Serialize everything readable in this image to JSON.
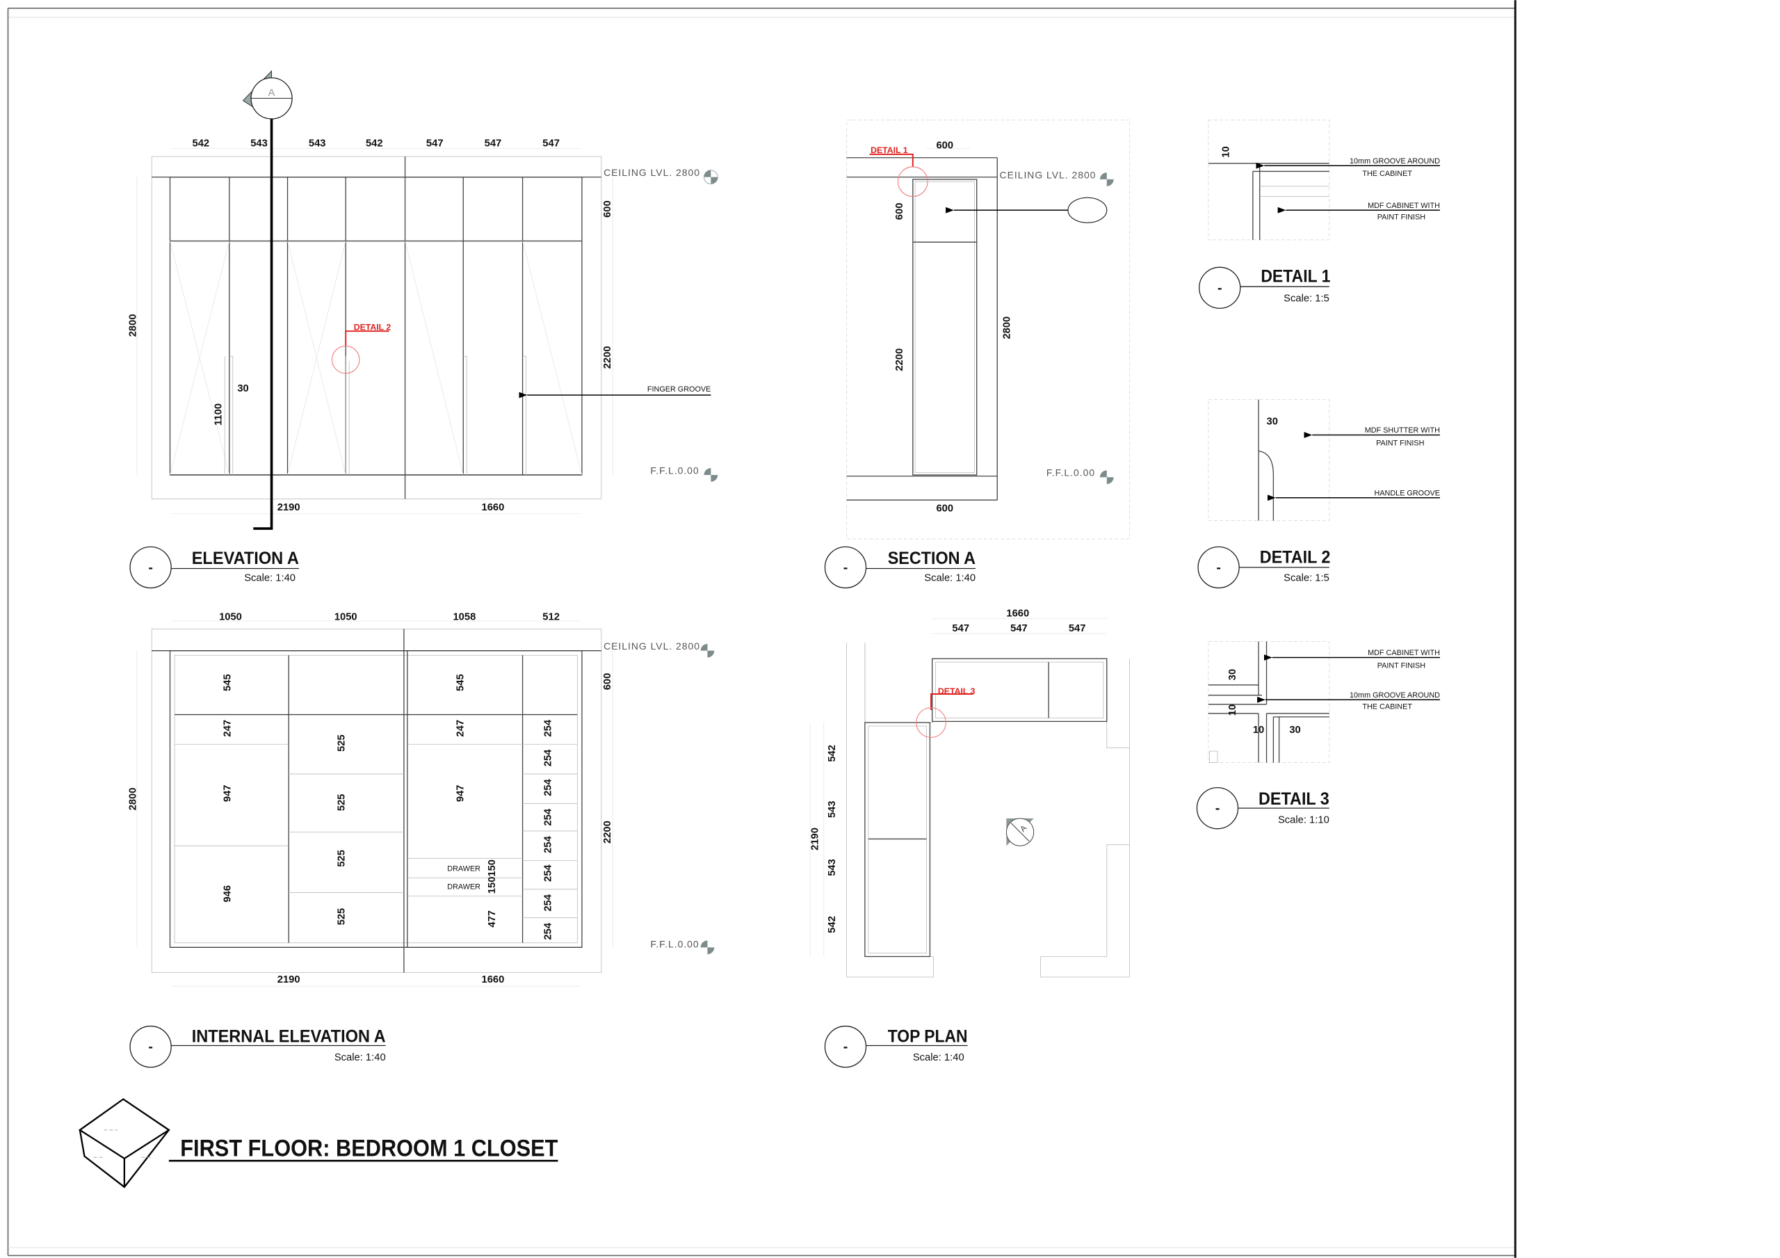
{
  "sheet": {
    "title": "FIRST FLOOR: BEDROOM 1 CLOSET"
  },
  "common": {
    "view_number": "-",
    "ceiling_level": "CEILING LVL. 2800",
    "ffl": "F.F.L.0.00"
  },
  "elevation_a": {
    "title": "ELEVATION A",
    "scale": "Scale: 1:40",
    "section_marker": "A",
    "top_dims": [
      "542",
      "543",
      "543",
      "542",
      "547",
      "547",
      "547"
    ],
    "bottom_dims": [
      "2190",
      "1660"
    ],
    "height": "2800",
    "upper": "600",
    "lower": "2200",
    "groove_height": "1100",
    "groove_width": "30",
    "detail_callout": "DETAIL 2",
    "finger_groove_label": "FINGER GROOVE"
  },
  "section_a": {
    "title": "SECTION A",
    "scale": "Scale: 1:40",
    "top_dim": "600",
    "bottom_dim": "600",
    "height": "2800",
    "upper": "600",
    "lower": "2200",
    "detail_callout": "DETAIL 1"
  },
  "detail_1": {
    "title": "DETAIL 1",
    "scale": "Scale: 1:5",
    "dim": "10",
    "notes": [
      [
        "10mm GROOVE AROUND",
        "THE CABINET"
      ],
      [
        "MDF CABINET WITH",
        "PAINT FINISH"
      ]
    ]
  },
  "detail_2": {
    "title": "DETAIL 2",
    "scale": "Scale: 1:5",
    "dim": "30",
    "notes": [
      [
        "MDF SHUTTER WITH",
        "PAINT FINISH"
      ],
      [
        "HANDLE GROOVE"
      ]
    ]
  },
  "internal_elevation_a": {
    "title": "INTERNAL ELEVATION A",
    "scale": "Scale: 1:40",
    "top_dims": [
      "1050",
      "1050",
      "1058",
      "512"
    ],
    "bottom_dims": [
      "2190",
      "1660"
    ],
    "height": "2800",
    "upper": "600",
    "lower": "2200",
    "col1": [
      "545",
      "247",
      "947",
      "946"
    ],
    "col2": [
      "525",
      "525",
      "525",
      "525"
    ],
    "col3": [
      "545",
      "247",
      "947",
      "150150",
      "477"
    ],
    "col4": [
      "254",
      "254",
      "254",
      "254",
      "254",
      "254",
      "254",
      "254"
    ],
    "drawer_labels": [
      "DRAWER",
      "DRAWER"
    ]
  },
  "top_plan": {
    "title": "TOP PLAN",
    "scale": "Scale: 1:40",
    "overall_width": "1660",
    "top_dims": [
      "547",
      "547",
      "547"
    ],
    "overall_depth": "2190",
    "side_dims": [
      "542",
      "543",
      "543",
      "542"
    ],
    "detail_callout": "DETAIL 3",
    "section_marker": "A"
  },
  "detail_3": {
    "title": "DETAIL 3",
    "scale": "Scale: 1:10",
    "dims": [
      "30",
      "10",
      "10",
      "30"
    ],
    "notes": [
      [
        "MDF CABINET WITH",
        "PAINT FINISH"
      ],
      [
        "10mm GROOVE AROUND",
        "THE CABINET"
      ]
    ]
  }
}
